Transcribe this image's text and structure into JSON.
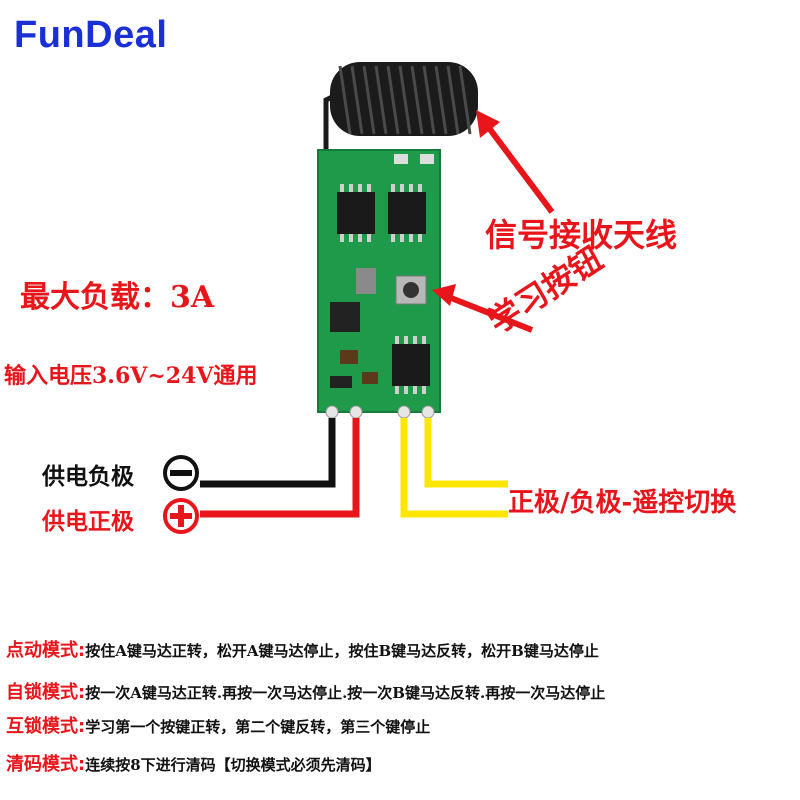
{
  "brand": "FunDeal",
  "labels": {
    "max_load": "最大负载：3A",
    "input_voltage": "输入电压3.6V~24V通用",
    "antenna": "信号接收天线",
    "learn_button": "学习按钮",
    "output_switch": "正极/负极-遥控切换",
    "power_negative": "供电负极",
    "power_positive": "供电正极",
    "neg_symbol": "−",
    "pos_symbol": "+"
  },
  "modes": [
    {
      "name": "点动模式:",
      "desc": "按住A键马达正转，松开A键马达停止，按住B键马达反转，松开B键马达停止"
    },
    {
      "name": "自锁模式:",
      "desc": "按一次A键马达正转.再按一次马达停止.按一次B键马达反转.再按一次马达停止"
    },
    {
      "name": "互锁模式:",
      "desc": "学习第一个按键正转，第二个键反转，第三个键停止"
    },
    {
      "name": "清码模式:",
      "desc": "连续按8下进行清码【切换模式必须先清码】"
    }
  ],
  "colors": {
    "brand": "#1a2fd6",
    "label_red": "#e8151b",
    "pcb_green": "#1f9a4a",
    "wire_black": "#111111",
    "wire_red": "#e8151b",
    "wire_yellow": "#ffe600"
  }
}
